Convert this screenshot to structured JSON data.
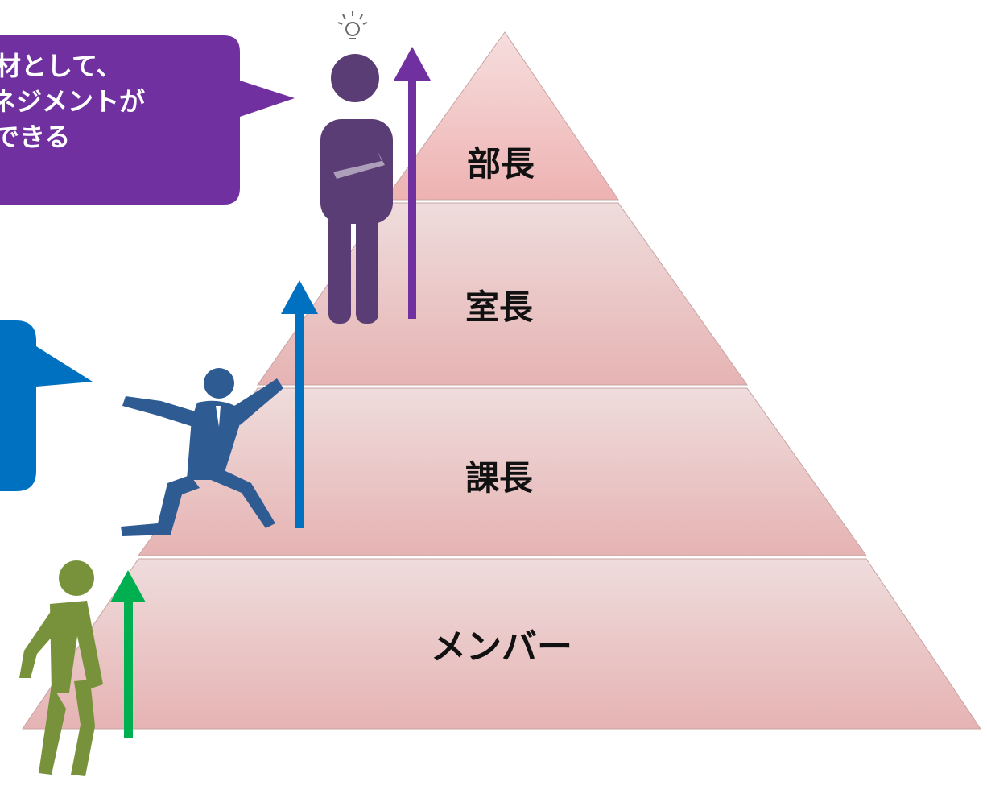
{
  "pyramid": {
    "tiers": [
      {
        "label": "部長"
      },
      {
        "label": "室長"
      },
      {
        "label": "課長"
      },
      {
        "label": "メンバー"
      }
    ]
  },
  "callouts": {
    "purple": {
      "lines": [
        "材として、",
        "ネジメントが",
        "できる"
      ]
    },
    "blue": {
      "lines": []
    }
  },
  "colors": {
    "purple": "#7030a0",
    "blue": "#0070c0",
    "green": "#00b050",
    "tier_fill": "#ecc4c4",
    "figure_purple": "#5b3d75",
    "figure_blue": "#2f5b93",
    "figure_green": "#77923b"
  },
  "icons": {
    "thinker": "thinking-person-lightbulb-icon",
    "climber": "climbing-businessman-icon",
    "walker": "walking-person-icon"
  }
}
